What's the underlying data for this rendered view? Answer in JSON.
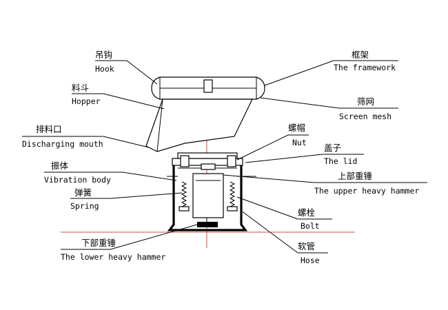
{
  "labels": {
    "hook": {
      "zh": "吊钩",
      "en": "Hook"
    },
    "framework": {
      "zh": "框架",
      "en": "The framework"
    },
    "hopper": {
      "zh": "料斗",
      "en": "Hopper"
    },
    "screen_mesh": {
      "zh": "筛网",
      "en": "Screen mesh"
    },
    "discharging_mouth": {
      "zh": "排料口",
      "en": "Discharging mouth"
    },
    "nut": {
      "zh": "螺帽",
      "en": "Nut"
    },
    "lid": {
      "zh": "盖子",
      "en": "The lid"
    },
    "vibration_body": {
      "zh": "振体",
      "en": "Vibration body"
    },
    "upper_hammer": {
      "zh": "上部重锤",
      "en": "The upper heavy hammer"
    },
    "spring": {
      "zh": "弹簧",
      "en": "Spring"
    },
    "bolt": {
      "zh": "螺栓",
      "en": "Bolt"
    },
    "lower_hammer": {
      "zh": "下部重锤",
      "en": "The lower heavy hammer"
    },
    "hose": {
      "zh": "软管",
      "en": "Hose"
    }
  },
  "colors": {
    "axis_lines": "#c0504d",
    "line_art": "#000000"
  }
}
